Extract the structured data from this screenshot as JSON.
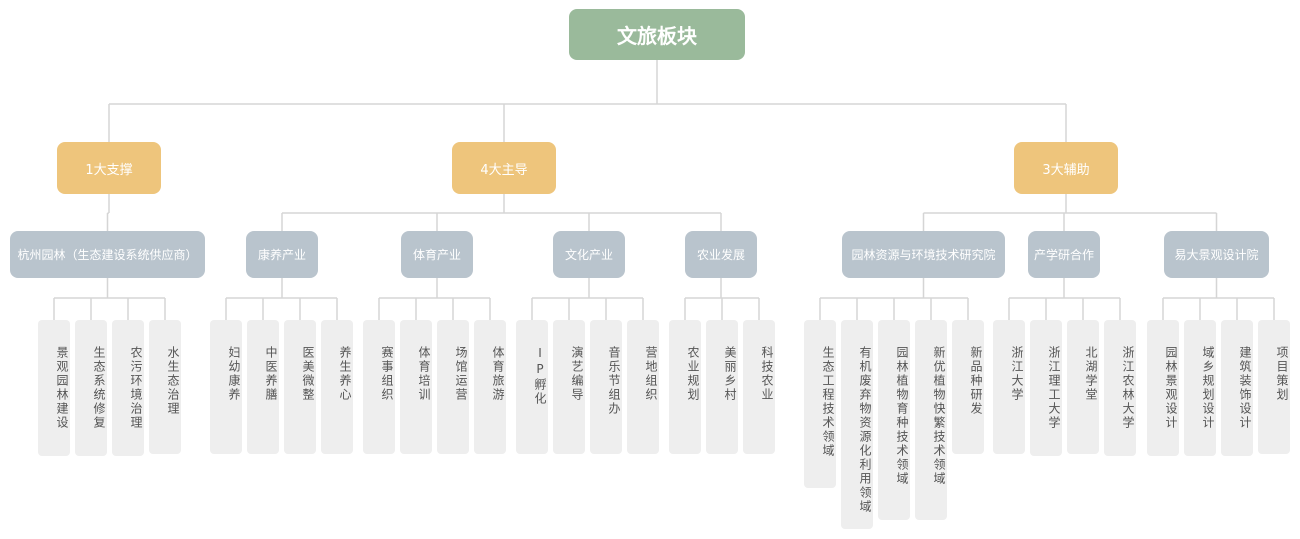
{
  "root": "文旅板块",
  "groups": [
    {
      "label": "1大支撑",
      "children": [
        {
          "label": "杭州园林（生态建设系统供应商）",
          "leaves": [
            "景观园林建设",
            "生态系统修复",
            "农污环境治理",
            "水生态治理"
          ]
        }
      ]
    },
    {
      "label": "4大主导",
      "children": [
        {
          "label": "康养产业",
          "leaves": [
            "妇幼康养",
            "中医养膳",
            "医美微整",
            "养生养心"
          ]
        },
        {
          "label": "体育产业",
          "leaves": [
            "赛事组织",
            "体育培训",
            "场馆运营",
            "体育旅游"
          ]
        },
        {
          "label": "文化产业",
          "leaves": [
            "IP孵化",
            "演艺编导",
            "音乐节组办",
            "营地组织"
          ]
        },
        {
          "label": "农业发展",
          "leaves": [
            "农业规划",
            "美丽乡村",
            "科技农业"
          ]
        }
      ]
    },
    {
      "label": "3大辅助",
      "children": [
        {
          "label": "园林资源与环境技术研究院",
          "leaves": [
            "生态工程技术领域",
            "有机废弃物资源化利用领域",
            "园林植物育种技术领域",
            "新优植物快繁技术领域",
            "新品种研发"
          ]
        },
        {
          "label": "产学研合作",
          "leaves": [
            "浙江大学",
            "浙江理工大学",
            "北湖学堂",
            "浙江农林大学"
          ]
        },
        {
          "label": "易大景观设计院",
          "leaves": [
            "园林景观设计",
            "域乡规划设计",
            "建筑装饰设计",
            "项目策划"
          ]
        }
      ]
    }
  ],
  "colors": {
    "root": "#9aba9b",
    "level1": "#eec57c",
    "level2": "#b9c4cd",
    "leaf": "#eeeeee",
    "line": "#d5d5d5"
  }
}
